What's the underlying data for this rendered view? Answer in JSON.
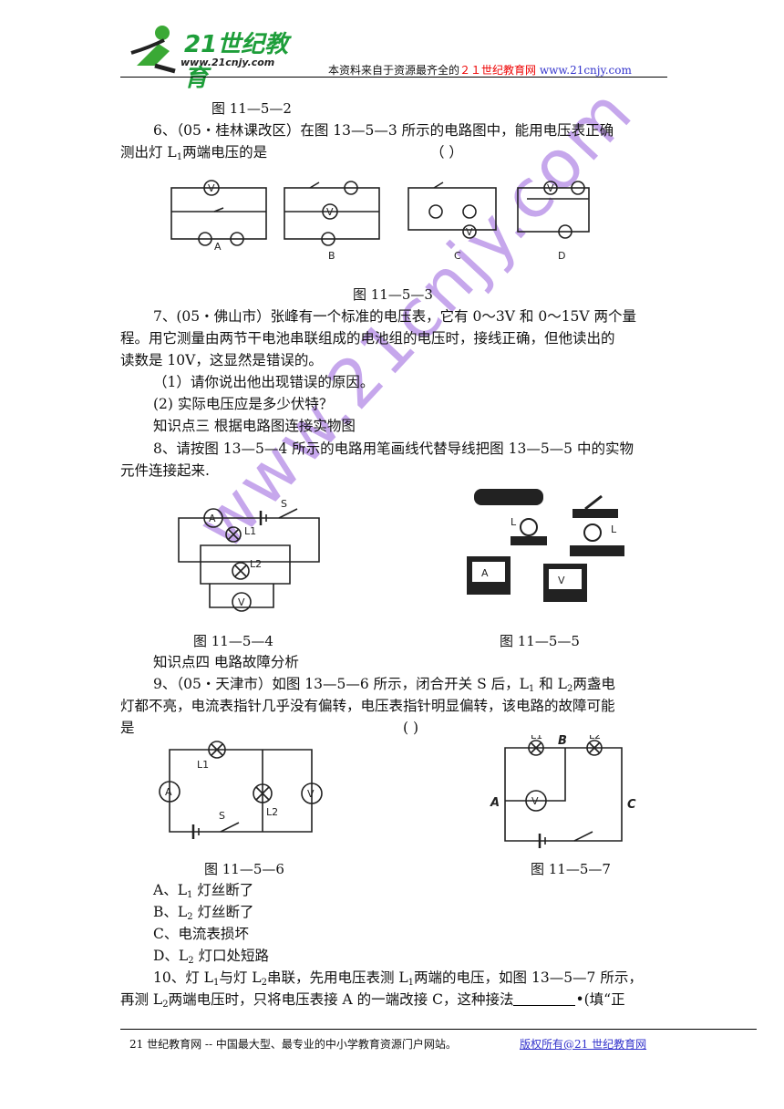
{
  "header": {
    "logo_text": "21世纪教育",
    "logo_url": "www.21cnjy.com",
    "source_prefix": "本资料来自于资源最齐全的",
    "source_brand": "２１世纪教育网",
    "source_url": "www.21cnjy.com"
  },
  "fig_prev": "图 11—5—2",
  "q6": {
    "line1": "6、（05・桂林课改区）在图 13—5—3 所示的电路图中，能用电压表正确",
    "line2": "测出灯 L",
    "line2_sub": "1",
    "line2_end": "两端电压的是",
    "paren": "（    ）",
    "options": [
      "A",
      "B",
      "C",
      "D"
    ],
    "caption": "图 11—5—3"
  },
  "q7": {
    "line1": "7、(05・佛山市）张峰有一个标准的电压表，它有 0～3V 和 0～15V 两个量",
    "line2": "程。用它测量由两节干电池串联组成的电池组的电压时，接线正确，但他读出的",
    "line3": "读数是 10V，这显然是错误的。",
    "sub1": "（1）请你说出他出现错误的原因。",
    "sub2": "(2)  实际电压应是多少伏特？"
  },
  "kp3": "知识点三    根据电路图连接实物图",
  "q8": {
    "line1": "8、请按图 13—5—4 所示的电路用笔画线代替导线把图 13—5—5 中的实物",
    "line2": "元件连接起来.",
    "cap4": "图 11—5—4",
    "cap5": "图 11—5—5"
  },
  "kp4": "知识点四    电路故障分析",
  "q9": {
    "line1": "9、（05・天津市）如图 13—5—6 所示，闭合开关 S 后，L",
    "line1_sub": "1",
    "line1_mid": " 和  L",
    "line1_sub2": "2",
    "line1_end": "两盏电",
    "line2": "灯都不亮，电流表指针几乎没有偏转，电压表指针明显偏转，该电路的故障可能",
    "line3": "是",
    "paren": "(          )",
    "cap6": "图 11—5—6",
    "cap7": "图 11—5—7",
    "opts": [
      {
        "pre": "A、L",
        "sub": "1",
        "post": " 灯丝断了"
      },
      {
        "pre": "B、L",
        "sub": "2",
        "post": " 灯丝断了"
      },
      {
        "pre": "C、电流表损坏",
        "sub": "",
        "post": ""
      },
      {
        "pre": "D、L",
        "sub": "2",
        "post": " 灯口处短路"
      }
    ]
  },
  "q10": {
    "line1_a": "10、灯 L",
    "line1_s1": "1",
    "line1_b": "与灯 L",
    "line1_s2": "2",
    "line1_c": "串联，先用电压表测 L",
    "line1_s3": "1",
    "line1_d": "两端的电压，如图 13—5—7 所示，",
    "line2_a": "再测 L",
    "line2_s": "2",
    "line2_b": "两端电压时，只将电压表接 A 的一端改接 C，这种接法",
    "line2_c": "•(填“正"
  },
  "footer": {
    "left": "21 世纪教育网  --  中国最大型、最专业的中小学教育资源门户网站。",
    "right": "版权所有@21 世纪教育网"
  },
  "watermark": "www.21cnjy.com",
  "labels": {
    "A": "A",
    "B": "B",
    "C": "C",
    "S": "S",
    "L1": "L1",
    "L2": "L2",
    "V": "V",
    "Am": "A"
  }
}
